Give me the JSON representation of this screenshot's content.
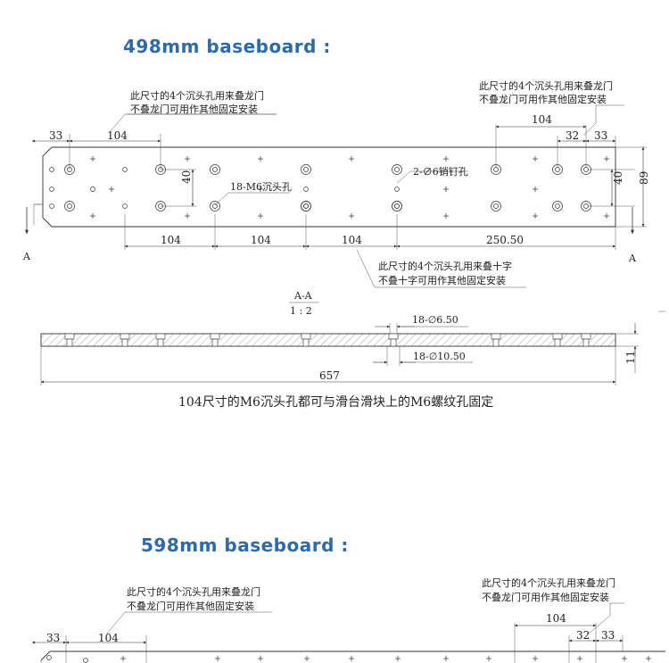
{
  "headings": {
    "first": "498mm baseboard :",
    "second": "598mm baseboard :"
  },
  "notes": {
    "left_line1": "此尺寸的4个沉头孔用来叠龙门",
    "left_line2": "不叠龙门可用作其他固定安装",
    "right_line1": "此尺寸的4个沉头孔用来叠龙门",
    "right_line2": "不叠龙门可用作其他固定安装",
    "bottom_line1": "此尺寸的4个沉头孔用来叠十字",
    "bottom_line2": "不叠十字可用作其他固定安装",
    "pin_holes": "2-∅6销钉孔",
    "m6_holes": "18-M6沉头孔",
    "caption": "104尺寸的M6沉头孔都可与滑台滑块上的M6螺纹孔固定"
  },
  "dims": {
    "d33": "33",
    "d104": "104",
    "d40": "40",
    "d89": "89",
    "d32": "32",
    "d250": "250.50",
    "d657": "657",
    "d11": "11",
    "hole_small": "18-∅6.50",
    "hole_large": "18-∅10.50"
  },
  "section": {
    "name": "A-A",
    "scale": "1 : 2",
    "marker": "A"
  },
  "second_view": {
    "left_line1": "此尺寸的4个沉头孔用来叠龙门",
    "left_line2": "不叠龙门可用作其他固定安装",
    "right_line1": "此尺寸的4个沉头孔用来叠龙门",
    "right_line2": "不叠龙门可用作其他固定安装",
    "d33": "33",
    "d104": "104",
    "d32": "32"
  }
}
